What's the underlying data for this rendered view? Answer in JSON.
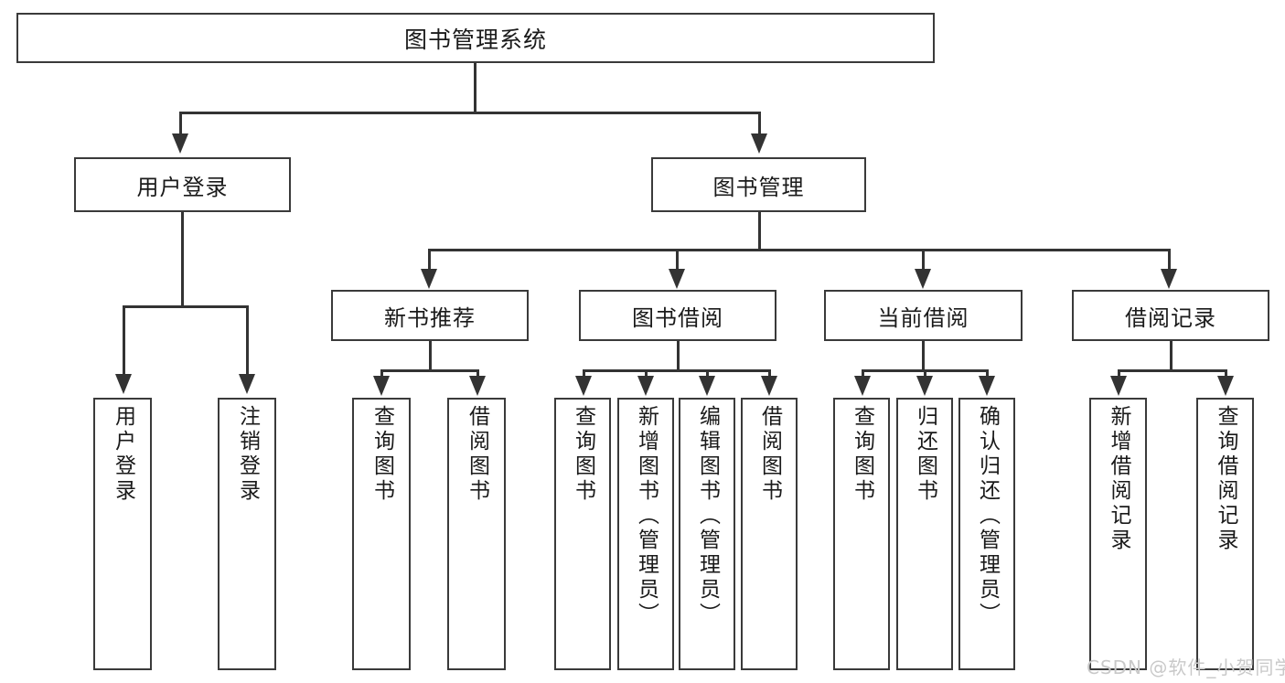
{
  "diagram": {
    "type": "tree-hierarchy-chart",
    "title": "图书管理系统",
    "watermark": "CSDN @软件_小贺同学",
    "colors": {
      "box_border": "#3a3a3a",
      "connector": "#333333",
      "background": "#ffffff",
      "text": "#1a1a1a",
      "watermark": "#c9c9c9"
    },
    "root": {
      "label": "图书管理系统"
    },
    "level2": [
      {
        "label": "用户登录"
      },
      {
        "label": "图书管理"
      }
    ],
    "level3": [
      {
        "label": "新书推荐"
      },
      {
        "label": "图书借阅"
      },
      {
        "label": "当前借阅"
      },
      {
        "label": "借阅记录"
      }
    ],
    "leaves": [
      {
        "label": "用户登录",
        "parent": "用户登录"
      },
      {
        "label": "注销登录",
        "parent": "用户登录"
      },
      {
        "label": "查询图书",
        "parent": "新书推荐"
      },
      {
        "label": "借阅图书",
        "parent": "新书推荐"
      },
      {
        "label": "查询图书",
        "parent": "图书借阅"
      },
      {
        "label": "新增图书（管理员）",
        "parent": "图书借阅"
      },
      {
        "label": "编辑图书（管理员）",
        "parent": "图书借阅"
      },
      {
        "label": "借阅图书",
        "parent": "图书借阅"
      },
      {
        "label": "查询图书",
        "parent": "当前借阅"
      },
      {
        "label": "归还图书",
        "parent": "当前借阅"
      },
      {
        "label": "确认归还（管理员）",
        "parent": "当前借阅"
      },
      {
        "label": "新增借阅记录",
        "parent": "借阅记录"
      },
      {
        "label": "查询借阅记录",
        "parent": "借阅记录"
      }
    ]
  }
}
